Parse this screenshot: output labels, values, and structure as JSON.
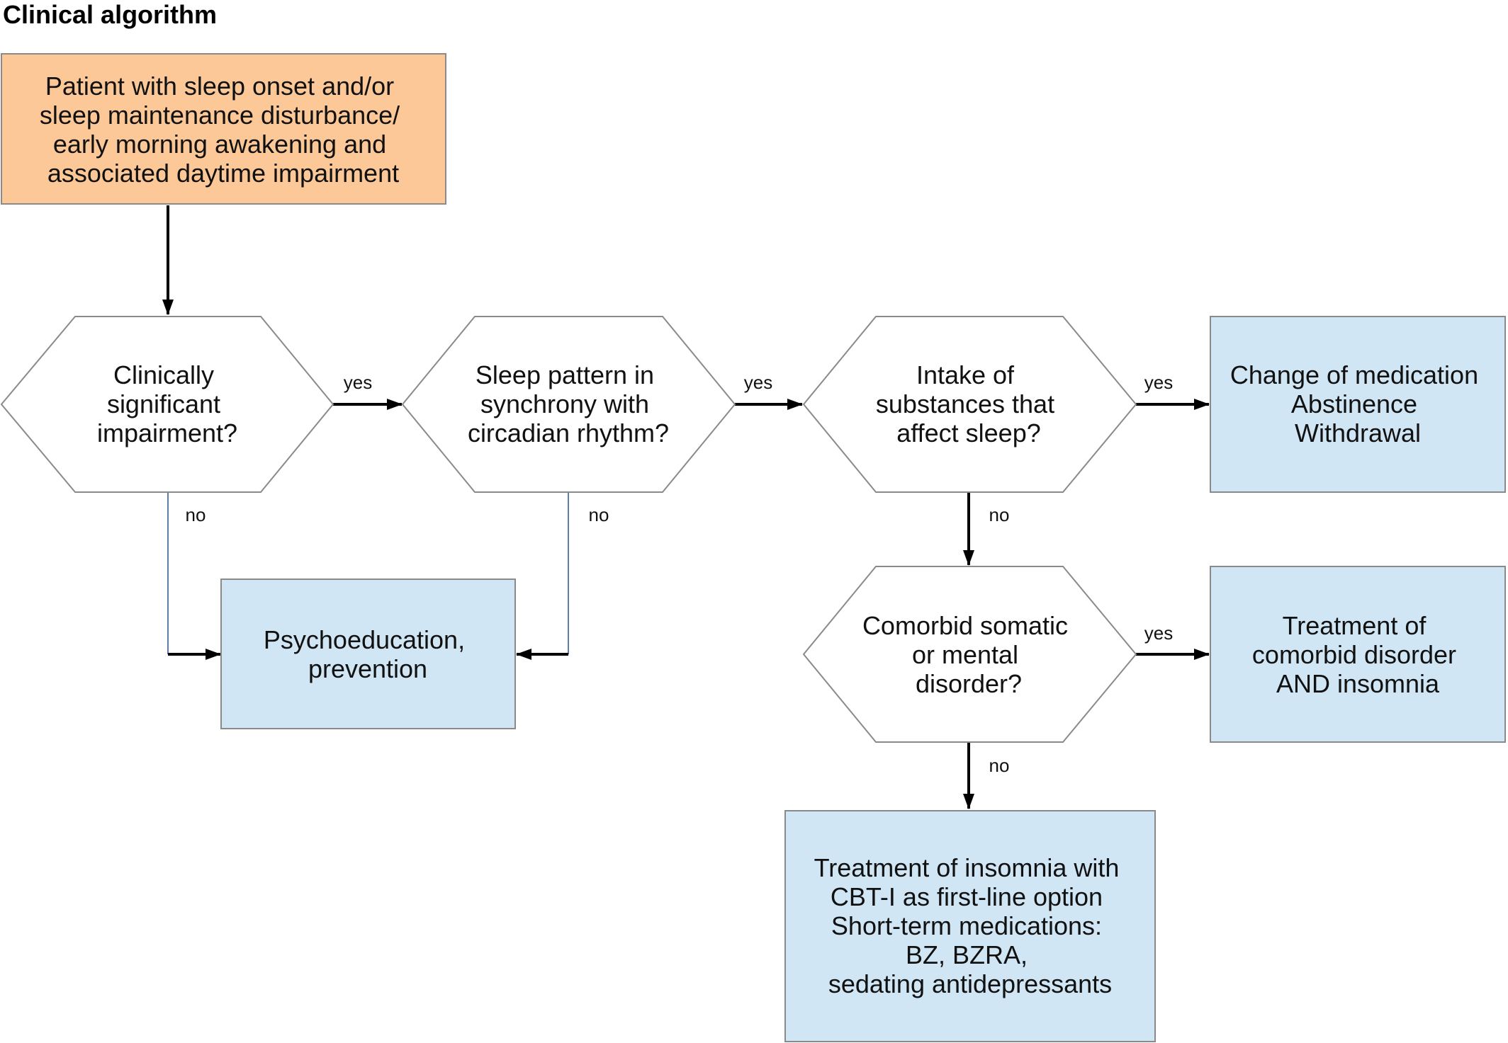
{
  "title": "Clinical algorithm",
  "colors": {
    "start_fill": "#fdc897",
    "action_fill": "#d0e6f4",
    "decision_fill": "#ffffff",
    "border": "#8a8a8a",
    "arrow": "#000000",
    "thin_line": "#5b7fa8"
  },
  "nodes": {
    "start": {
      "lines": [
        "Patient with sleep onset and/or",
        "sleep maintenance disturbance/",
        "early morning awakening and",
        "associated daytime impairment"
      ]
    },
    "q_impairment": {
      "lines": [
        "Clinically",
        "significant",
        "impairment?"
      ]
    },
    "q_circadian": {
      "lines": [
        "Sleep pattern in",
        "synchrony with",
        "circadian rhythm?"
      ]
    },
    "q_substances": {
      "lines": [
        "Intake of",
        "substances that",
        "affect sleep?"
      ]
    },
    "q_comorbid": {
      "lines": [
        "Comorbid somatic",
        "or mental",
        "disorder?"
      ]
    },
    "a_medication": {
      "lines": [
        "Change of medication",
        "Abstinence",
        "Withdrawal"
      ]
    },
    "a_psychoeducation": {
      "lines": [
        "Psychoeducation,",
        "prevention"
      ]
    },
    "a_comorbid": {
      "lines": [
        "Treatment of",
        "comorbid disorder",
        "AND insomnia"
      ]
    },
    "a_insomnia": {
      "lines": [
        "Treatment of insomnia with",
        "CBT-I as first-line option",
        "Short-term medications:",
        "BZ, BZRA,",
        "sedating antidepressants"
      ]
    }
  },
  "edges": {
    "yes": "yes",
    "no": "no"
  }
}
